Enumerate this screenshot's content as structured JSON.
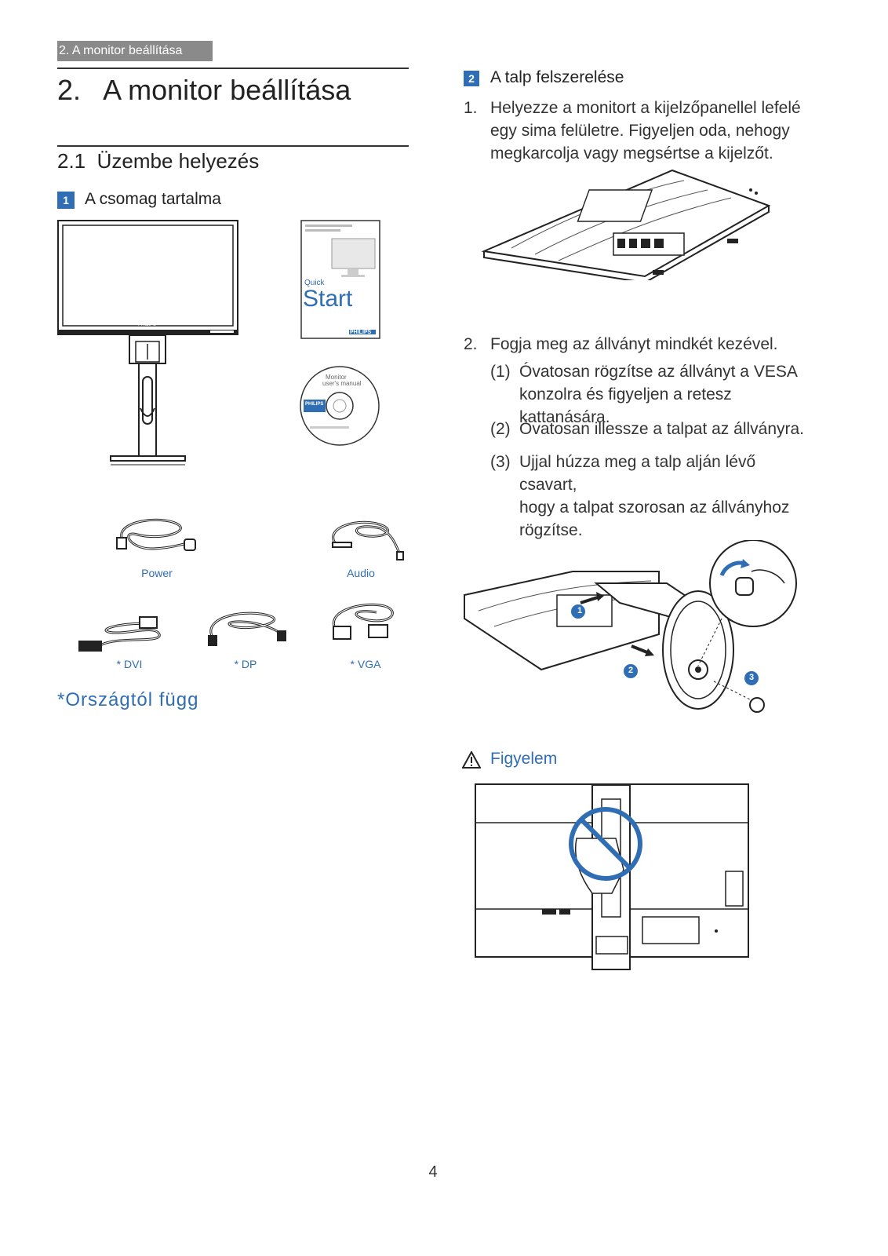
{
  "header": {
    "tab": "2. A monitor beállítása"
  },
  "heading": {
    "number": "2.",
    "title": "A monitor beállítása"
  },
  "section": {
    "number": "2.1",
    "title": "Üzembe helyezés"
  },
  "package": {
    "badge": "1",
    "title": "A csomag tartalma",
    "quick_start": {
      "brand": "PHILIPS",
      "word1": "Quick",
      "word2": "Start"
    },
    "cd": {
      "line1": "Monitor",
      "line2": "user's manual",
      "brand": "PHILIPS"
    },
    "monitor_logo": "PHILIPS",
    "cables": {
      "power": "Power",
      "audio": "Audio",
      "dvi": "* DVI",
      "dp": "* DP",
      "vga": "* VGA"
    },
    "country_note": "*Országtól függ"
  },
  "stand": {
    "badge": "2",
    "title": "A talp felszerelése",
    "steps": [
      {
        "num": "1.",
        "text_lines": [
          "Helyezze a monitort a kijelzőpanellel lefelé",
          "egy sima felületre. Figyeljen oda, nehogy",
          "megkarcolja vagy megsértse a kijelzőt."
        ]
      },
      {
        "num": "2.",
        "text_lines": [
          "Fogja meg az állványt mindkét kezével."
        ]
      }
    ],
    "substeps": [
      {
        "num": "(1)",
        "lines": [
          "Óvatosan rögzítse az állványt a VESA",
          "konzolra és figyeljen a retesz kattanására."
        ]
      },
      {
        "num": "(2)",
        "lines": [
          "Óvatosan illessze a talpat az állványra."
        ]
      },
      {
        "num": "(3)",
        "lines": [
          "Ujjal húzza meg a talp alján lévő csavart,",
          "hogy a talpat szorosan az állványhoz",
          "rögzítse."
        ]
      }
    ],
    "callouts": [
      "1",
      "2",
      "3"
    ]
  },
  "warning": {
    "title": "Figyelem"
  },
  "footer": {
    "page": "4"
  }
}
